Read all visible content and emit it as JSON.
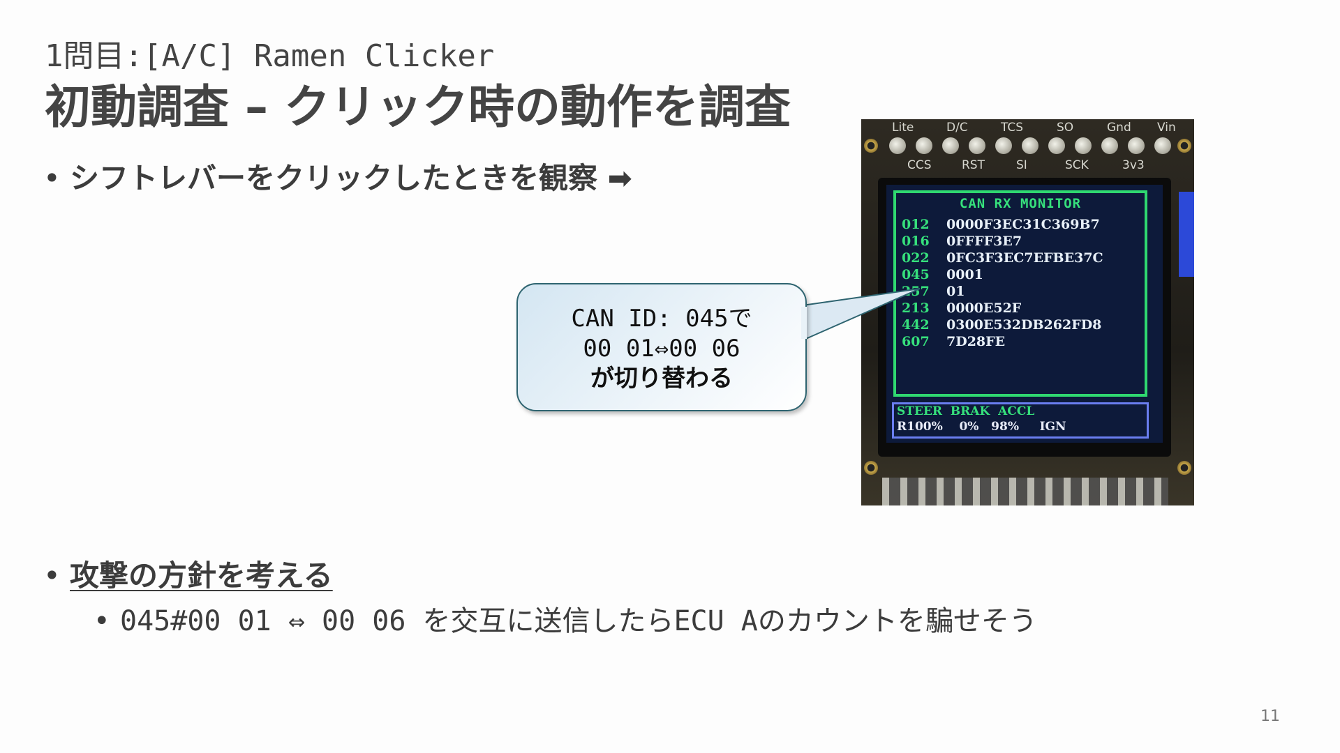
{
  "slide": {
    "title_small": "1問目:[A/C] Ramen Clicker",
    "title_main": "初動調査 – クリック時の動作を調査",
    "page_number": "11"
  },
  "bullets": {
    "observe": "シフトレバーをクリックしたときを観察 ➡",
    "strategy": "攻撃の方針を考える",
    "strategy_detail": "045#00 01 ⇔ 00 06 を交互に送信したらECU Aのカウントを騙せそう",
    "bullet_glyph": "•"
  },
  "callout": {
    "line1": "CAN ID: 045で",
    "line2": "00 01⇔00 06",
    "line3": "が切り替わる"
  },
  "device": {
    "pin_labels_top": [
      "Lite",
      "D/C",
      "TCS",
      "SO",
      "Gnd",
      "Vin"
    ],
    "pin_labels_bottom": [
      "CCS",
      "RST",
      "SI",
      "SCK",
      "3v3"
    ],
    "monitor_title": "CAN RX MONITOR",
    "rows": [
      {
        "id": "012",
        "data": "0000F3EC31C369B7"
      },
      {
        "id": "016",
        "data": "0FFFF3E7"
      },
      {
        "id": "022",
        "data": "0FC3F3EC7EFBE37C"
      },
      {
        "id": "045",
        "data": "0001"
      },
      {
        "id": "257",
        "data": "01"
      },
      {
        "id": "213",
        "data": "0000E52F"
      },
      {
        "id": "442",
        "data": "0300E532DB262FD8"
      },
      {
        "id": "607",
        "data": "7D28FE"
      }
    ],
    "status_header": "STEER  BRAK  ACCL",
    "status_values": "R100%    0%   98%     IGN"
  }
}
